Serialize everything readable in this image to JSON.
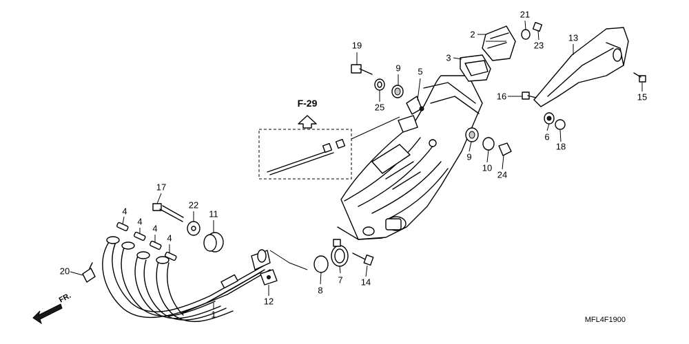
{
  "reference": {
    "label": "F-29"
  },
  "front_marker": {
    "label": "FR."
  },
  "diagram_code": "MFL4F1900",
  "callouts": {
    "c1": "1",
    "c2": "2",
    "c3": "3",
    "c4a": "4",
    "c4b": "4",
    "c4c": "4",
    "c4d": "4",
    "c5": "5",
    "c6": "6",
    "c7": "7",
    "c8": "8",
    "c9a": "9",
    "c9b": "9",
    "c10": "10",
    "c11": "11",
    "c12": "12",
    "c13": "13",
    "c14": "14",
    "c15": "15",
    "c16": "16",
    "c17": "17",
    "c18": "18",
    "c19": "19",
    "c20": "20",
    "c21": "21",
    "c22": "22",
    "c23": "23",
    "c24": "24",
    "c25": "25"
  }
}
